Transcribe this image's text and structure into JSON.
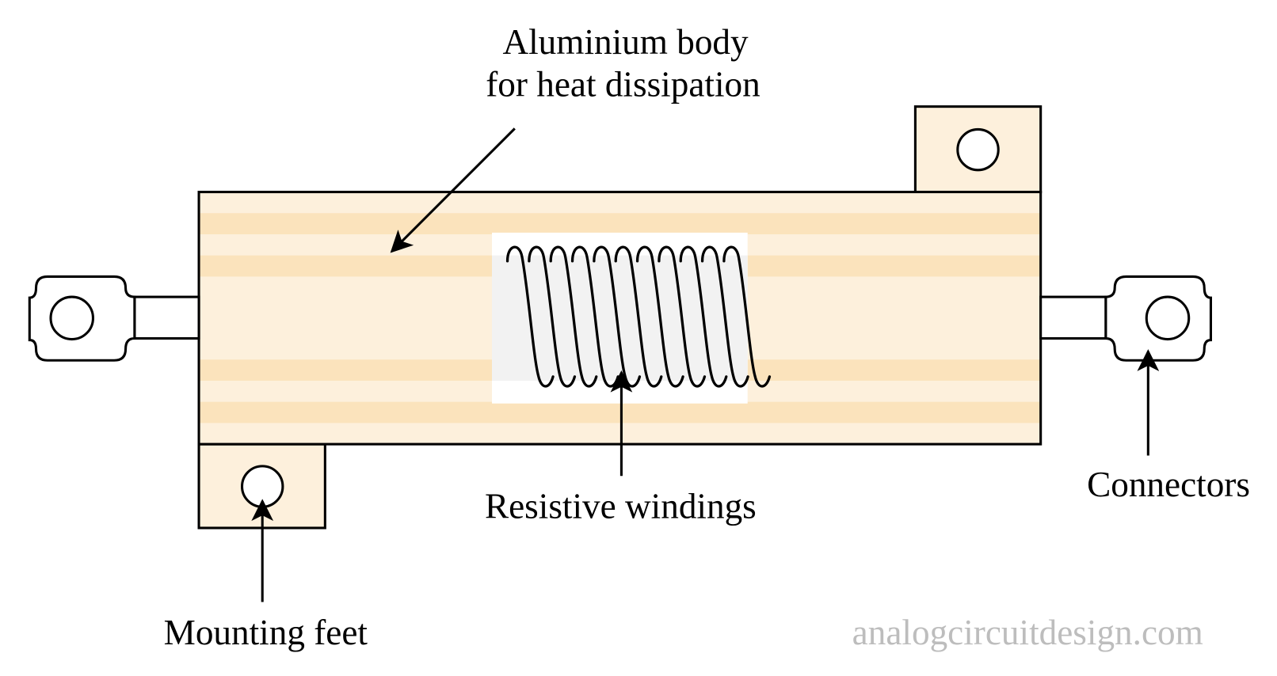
{
  "labels": {
    "body_line1": "Aluminium body",
    "body_line2": "for heat dissipation",
    "windings": "Resistive windings",
    "feet": "Mounting feet",
    "connectors": "Connectors"
  },
  "watermark": "analogcircuitdesign.com",
  "coil_turns": 11,
  "colors": {
    "body_light": "#FDF0DC",
    "body_stripe": "#FBE3BC",
    "winding_bg": "#F2F2F2",
    "watermark": "#BDBDBD"
  }
}
